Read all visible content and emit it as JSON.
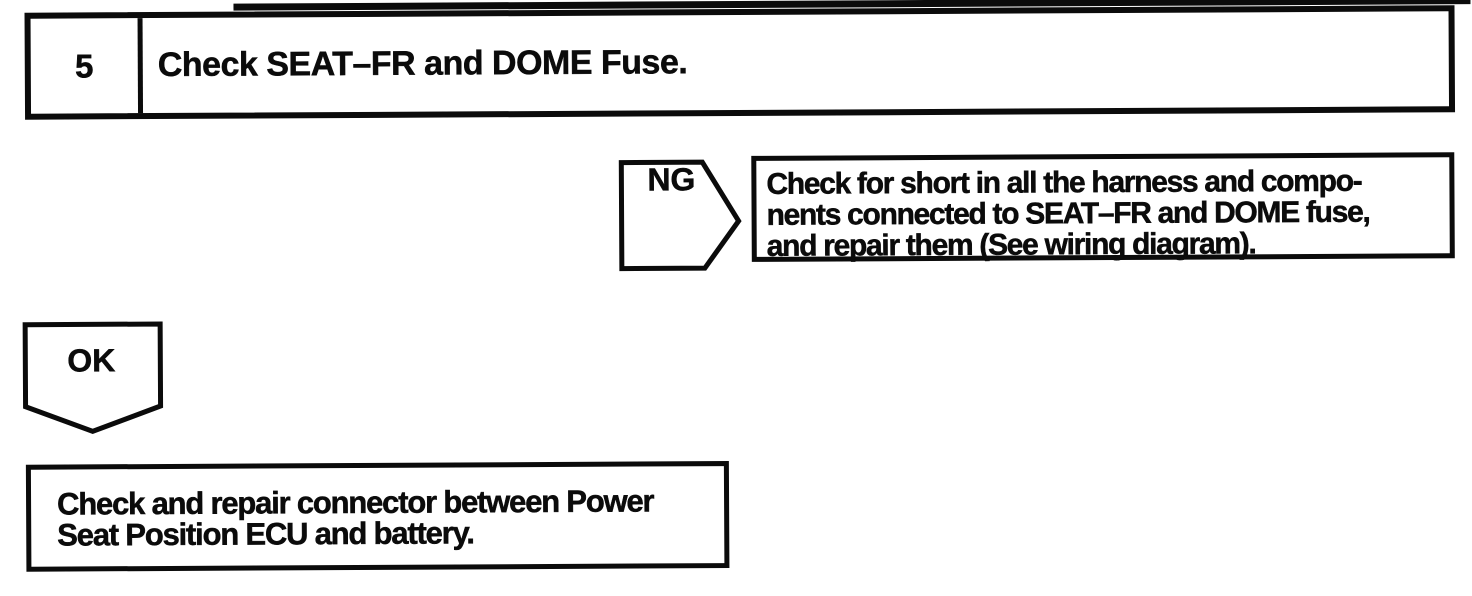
{
  "colors": {
    "ink": "#0b0b0b",
    "paper": "#ffffff"
  },
  "step": {
    "number": "5",
    "title": "Check SEAT–FR and DOME Fuse."
  },
  "ng_branch": {
    "label": "NG",
    "action_lines": [
      "Check for short in all the harness and compo-",
      "nents connected to SEAT–FR and DOME fuse,",
      "and repair them (See wiring diagram)."
    ]
  },
  "ok_branch": {
    "label": "OK",
    "action_lines": [
      "Check and repair connector between Power",
      "Seat Position ECU and battery."
    ]
  }
}
